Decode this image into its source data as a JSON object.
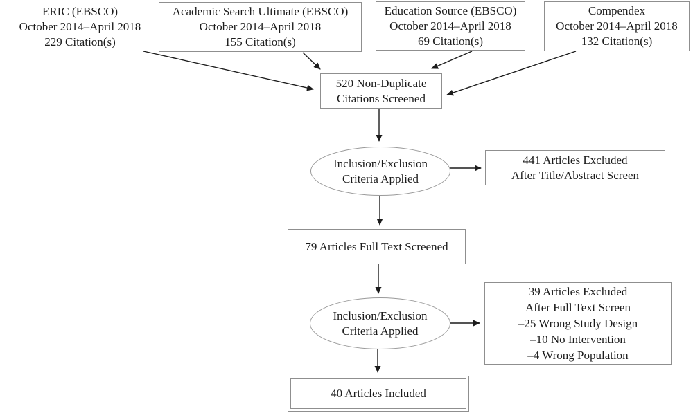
{
  "sources": [
    {
      "name": "ERIC (EBSCO)",
      "range": "October 2014–April 2018",
      "count": "229 Citation(s)"
    },
    {
      "name": "Academic Search Ultimate (EBSCO)",
      "range": "October 2014–April 2018",
      "count": "155 Citation(s)"
    },
    {
      "name": "Education Source (EBSCO)",
      "range": "October 2014–April 2018",
      "count": "69 Citation(s)"
    },
    {
      "name": "Compendex",
      "range": "October 2014–April 2018",
      "count": "132 Citation(s)"
    }
  ],
  "screened": {
    "line1": "520 Non-Duplicate",
    "line2": "Citations Screened"
  },
  "criteria1": {
    "line1": "Inclusion/Exclusion",
    "line2": "Criteria Applied"
  },
  "excluded1": {
    "line1": "441 Articles Excluded",
    "line2": "After Title/Abstract Screen"
  },
  "fulltext": {
    "label": "79 Articles Full Text Screened"
  },
  "criteria2": {
    "line1": "Inclusion/Exclusion",
    "line2": "Criteria Applied"
  },
  "excluded2": {
    "line1": "39 Articles Excluded",
    "line2": "After Full Text Screen",
    "line3": "–25 Wrong Study Design",
    "line4": "–10 No Intervention",
    "line5": "–4 Wrong Population"
  },
  "included": {
    "label": "40 Articles Included"
  },
  "colors": {
    "border": "#8f8f8f",
    "text": "#1c1c1c",
    "arrow": "#1c1c1c",
    "background": "#ffffff"
  }
}
